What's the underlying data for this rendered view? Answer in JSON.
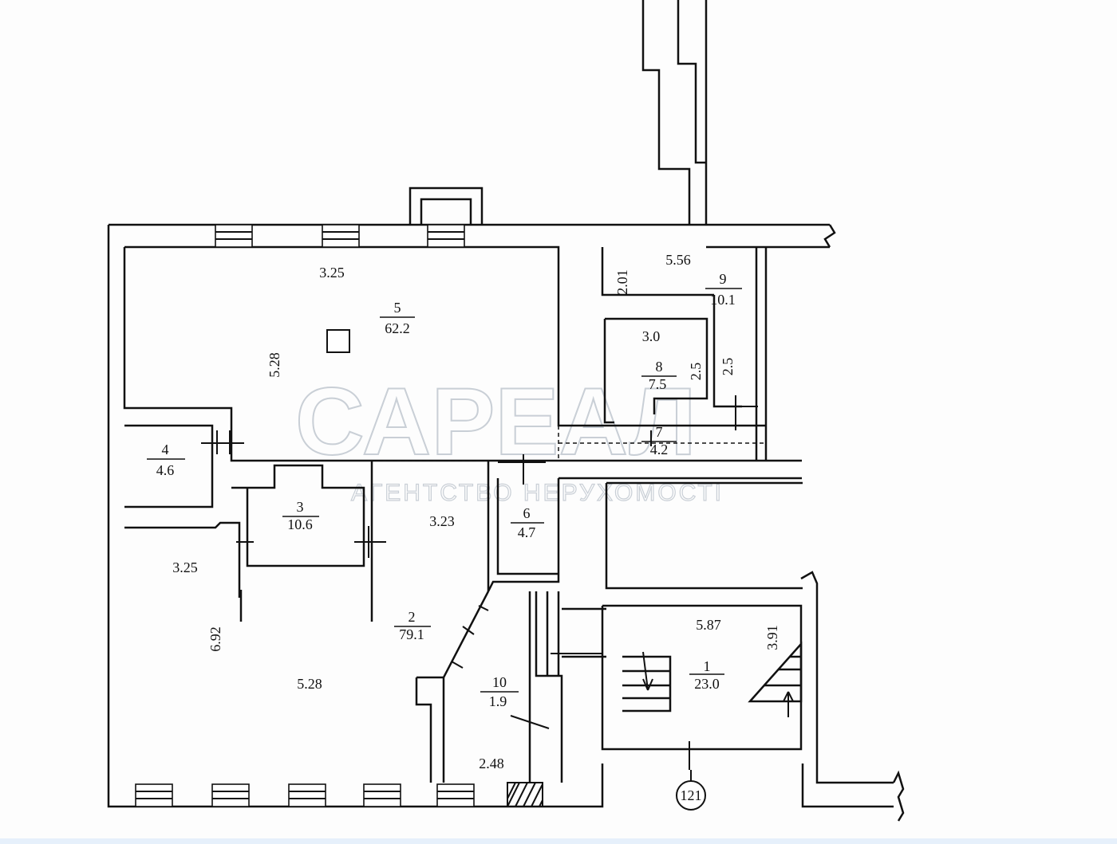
{
  "plan": {
    "marker": "121",
    "watermark": {
      "brand": "САРЕАЛ",
      "tagline": "АГЕНТСТВО НЕРУХОМОСТІ"
    },
    "rooms": [
      {
        "id": "room-1",
        "number": "1",
        "area": "23.0",
        "dims": [
          "5.87",
          "3.91"
        ]
      },
      {
        "id": "room-2",
        "number": "2",
        "area": "79.1",
        "dims": [
          "3.23",
          "3.25",
          "6.92",
          "5.28",
          "2.48"
        ]
      },
      {
        "id": "room-3",
        "number": "3",
        "area": "10.6",
        "dims": []
      },
      {
        "id": "room-4",
        "number": "4",
        "area": "4.6",
        "dims": []
      },
      {
        "id": "room-5",
        "number": "5",
        "area": "62.2",
        "dims": [
          "3.25",
          "5.28"
        ]
      },
      {
        "id": "room-6",
        "number": "6",
        "area": "4.7",
        "dims": []
      },
      {
        "id": "room-7",
        "number": "7",
        "area": "4.2",
        "dims": []
      },
      {
        "id": "room-8",
        "number": "8",
        "area": "7.5",
        "dims": [
          "3.0",
          "2.5"
        ]
      },
      {
        "id": "room-9",
        "number": "9",
        "area": "10.1",
        "dims": [
          "5.56",
          "2.01",
          "2.5"
        ]
      },
      {
        "id": "room-10",
        "number": "10",
        "area": "1.9",
        "dims": []
      }
    ]
  }
}
